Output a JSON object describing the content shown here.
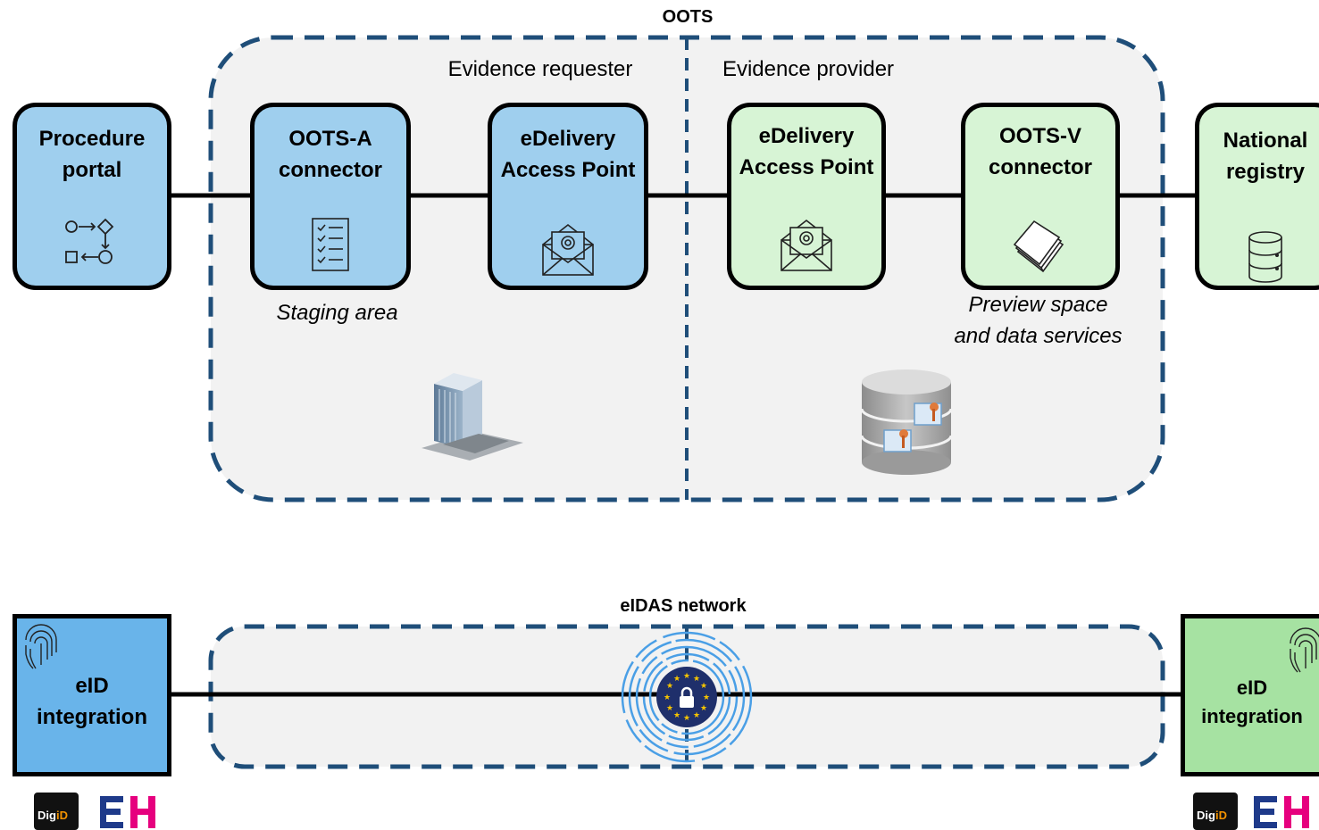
{
  "oots": {
    "title": "OOTS",
    "evidence_requester": "Evidence requester",
    "evidence_provider": "Evidence provider",
    "staging_area": "Staging area",
    "preview_line1": "Preview space",
    "preview_line2": "and data services"
  },
  "nodes": {
    "procedure_portal": {
      "line1": "Procedure",
      "line2": "portal"
    },
    "ootsa_connector": {
      "line1": "OOTS-A",
      "line2": "connector"
    },
    "edelivery_requester": {
      "line1": "eDelivery",
      "line2": "Access Point"
    },
    "edelivery_provider": {
      "line1": "eDelivery",
      "line2": "Access Point"
    },
    "ootsv_connector": {
      "line1": "OOTS-V",
      "line2": "connector"
    },
    "national_registry": {
      "line1": "National",
      "line2": "registry"
    }
  },
  "eidas": {
    "title": "eIDAS network",
    "left": {
      "line1": "eID",
      "line2": "integration",
      "digid_a": "Dig",
      "digid_b": "iD"
    },
    "right": {
      "line1": "eID",
      "line2": "integration",
      "digid_a": "Dig",
      "digid_b": "iD"
    }
  },
  "colors": {
    "requester_fill": "#9fcfee",
    "provider_fill": "#d7f4d5",
    "dashed_border": "#1f4e79",
    "region_fill": "#f2f2f2",
    "eid_left_fill": "#69b4ea",
    "eid_right_fill": "#a6e2a2",
    "eh_blue": "#1e3a8a",
    "eh_pink": "#e6007e",
    "digid_orange": "#f39200"
  },
  "icons": [
    "workflow-icon",
    "checklist-icon",
    "email-icon",
    "pages-icon",
    "database-icon",
    "building-icon",
    "certificate-db-icon",
    "fingerprint-icon",
    "eu-lock-icon",
    "digid-logo",
    "eh-logo"
  ]
}
